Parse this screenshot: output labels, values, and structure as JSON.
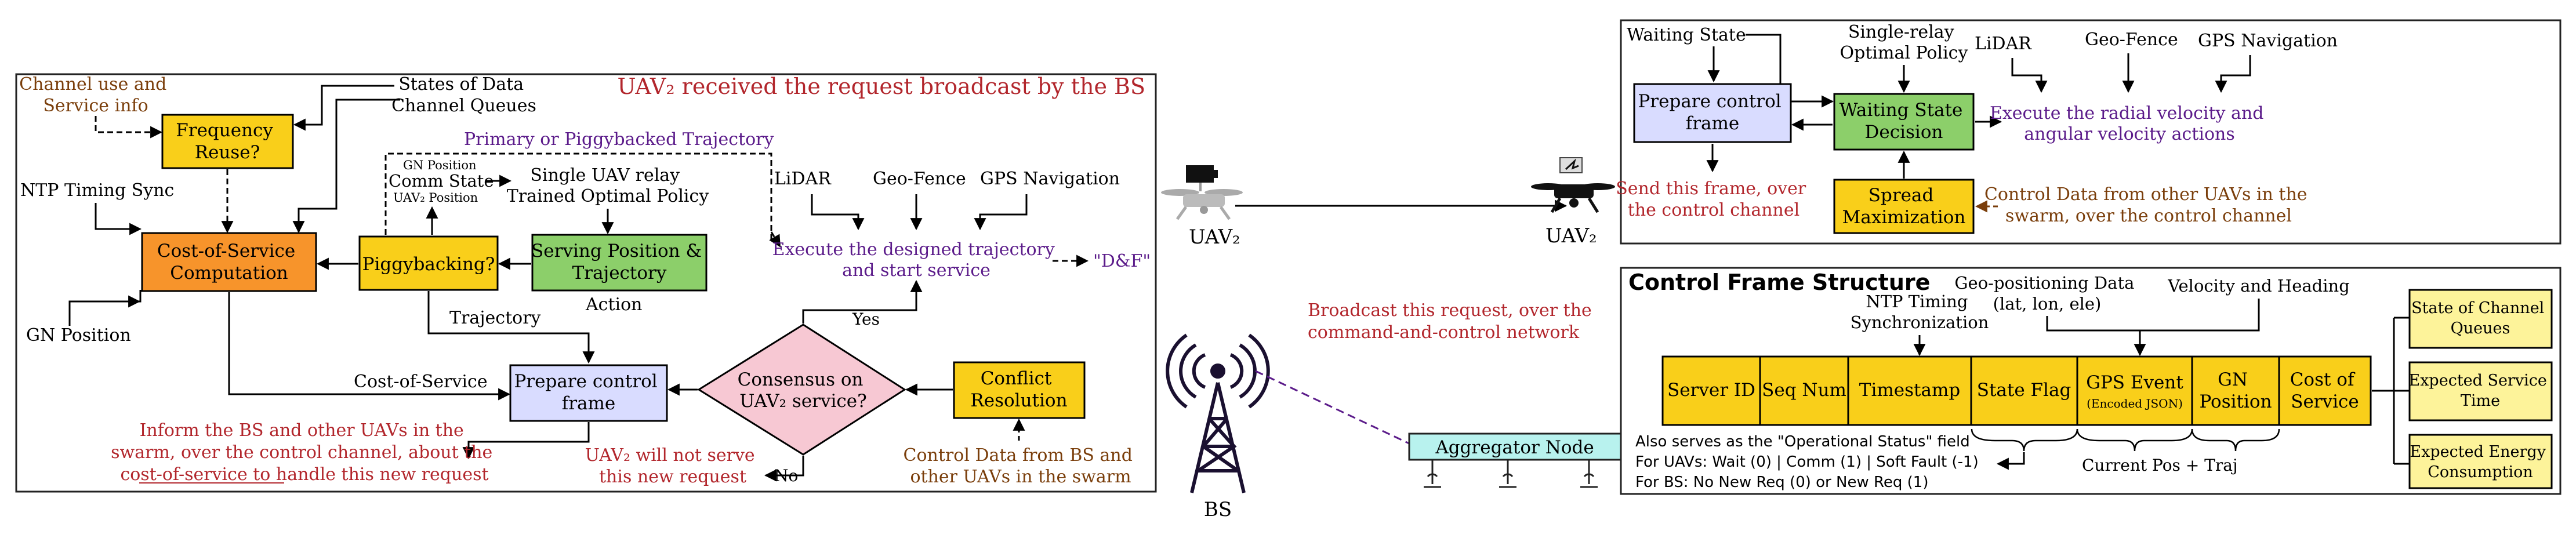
{
  "colors": {
    "red": "#b2262c",
    "brown": "#7a3e0b",
    "purple": "#5b1b8a",
    "yellow": "#f9cf1a",
    "orange": "#f7942b",
    "green": "#8ccf6a",
    "lavender": "#d9dcff",
    "pink": "#f7c8d3",
    "cyan": "#b8f2ee",
    "pale_yellow": "#fdf39a"
  },
  "left_panel": {
    "title": "UAV₂ received the request broadcast by the BS",
    "channel_use_info": [
      "Channel use and",
      "Service info"
    ],
    "states_of_data_queues": [
      "States of Data",
      "Channel Queues"
    ],
    "frequency_reuse": [
      "Frequency",
      "Reuse?"
    ],
    "ntp_timing_sync": "NTP Timing Sync",
    "cost_of_service_computation": [
      "Cost-of-Service",
      "Computation"
    ],
    "gn_position_input": "GN Position",
    "gn_position_small": "GN Position",
    "comm_state": "Comm State",
    "uav2_position_small": "UAV₂ Position",
    "piggybacking": "Piggybacking?",
    "primary_or_piggybacked": "Primary or Piggybacked Trajectory",
    "single_uav_relay": [
      "Single UAV relay",
      "Trained Optimal Policy"
    ],
    "serving_position": [
      "Serving Position &",
      "Trajectory"
    ],
    "action": "Action",
    "lidar": "LiDAR",
    "geo_fence": "Geo-Fence",
    "gps_navigation": "GPS Navigation",
    "execute_trajectory": [
      "Execute the designed trajectory",
      "and start service"
    ],
    "df_label": "\"D&F\"",
    "trajectory": "Trajectory",
    "cost_of_service": "Cost-of-Service",
    "prepare_control_frame": [
      "Prepare control",
      "frame"
    ],
    "consensus": [
      "Consensus on",
      "UAV₂ service?"
    ],
    "yes": "Yes",
    "no": "No",
    "conflict_resolution": [
      "Conflict",
      "Resolution"
    ],
    "inform_bs": [
      "Inform the BS and other UAVs in the",
      "swarm, over the control channel, about the",
      "cost-of-service to handle this new request"
    ],
    "will_not_serve": [
      "UAV₂ will not serve",
      "this new request"
    ],
    "control_data_bs": [
      "Control Data from BS and",
      "other UAVs in the swarm"
    ]
  },
  "middle": {
    "uav_left_label": "UAV₂",
    "uav_right_label": "UAV₂",
    "broadcast_text": [
      "Broadcast this request, over the",
      "command-and-control network"
    ],
    "aggregator_node": "Aggregator Node",
    "bs_label": "BS"
  },
  "top_right_panel": {
    "waiting_state": "Waiting State",
    "single_relay_policy": [
      "Single-relay",
      "Optimal Policy"
    ],
    "lidar": "LiDAR",
    "geo_fence": "Geo-Fence",
    "gps_navigation": "GPS Navigation",
    "prepare_control_frame": [
      "Prepare control",
      "frame"
    ],
    "waiting_state_decision": [
      "Waiting State",
      "Decision"
    ],
    "execute_velocity": [
      "Execute the radial velocity and",
      "angular velocity actions"
    ],
    "send_frame": [
      "Send this frame, over",
      "the control channel"
    ],
    "spread_maximization": [
      "Spread",
      "Maximization"
    ],
    "control_data_uavs": [
      "Control Data from other UAVs in the",
      "swarm, over the control channel"
    ]
  },
  "control_frame": {
    "title": "Control Frame Structure",
    "ntp_timing": [
      "NTP Timing",
      "Synchronization"
    ],
    "geo_positioning": [
      "Geo-positioning Data",
      "(lat, lon, ele)"
    ],
    "velocity_heading": "Velocity and Heading",
    "fields": {
      "server_id": "Server ID",
      "seq_num": "Seq Num",
      "timestamp": "Timestamp",
      "state_flag": "State Flag",
      "gps_event": "GPS Event",
      "gps_event_sub": "(Encoded JSON)",
      "gn_position": [
        "GN",
        "Position"
      ],
      "cost_of_service": [
        "Cost of",
        "Service"
      ]
    },
    "operational_status": "Also serves as the \"Operational Status\" field",
    "uav_states": "For UAVs: Wait (0) | Comm (1) | Soft Fault (-1)",
    "bs_states": "For BS: No New Req (0) or New Req (1)",
    "current_pos_traj": "Current Pos + Traj",
    "side_boxes": {
      "state_of_channel_queues": [
        "State of Channel",
        "Queues"
      ],
      "expected_service_time": [
        "Expected Service",
        "Time"
      ],
      "expected_energy": [
        "Expected Energy",
        "Consumption"
      ]
    }
  }
}
